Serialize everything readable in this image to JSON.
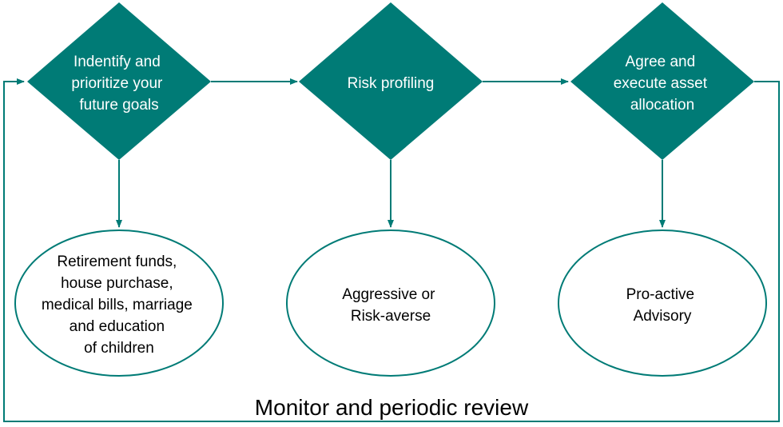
{
  "colors": {
    "teal": "#007b76",
    "line": "#007b76",
    "ellipse_stroke": "#007b76",
    "text_light": "#ffffff",
    "text_dark": "#000000"
  },
  "steps": [
    {
      "lines": [
        "Indentify and",
        "prioritize your",
        "future goals"
      ]
    },
    {
      "lines": [
        "Risk profiling"
      ]
    },
    {
      "lines": [
        "Agree and",
        "execute asset",
        "allocation"
      ]
    }
  ],
  "outcomes": [
    {
      "lines": [
        "Retirement funds,",
        "house purchase,",
        "medical bills, marriage",
        "and education",
        "of children"
      ]
    },
    {
      "lines": [
        "Aggressive or",
        "Risk-averse"
      ]
    },
    {
      "lines": [
        "Pro-active",
        "Advisory"
      ]
    }
  ],
  "review_label": "Monitor and periodic review"
}
